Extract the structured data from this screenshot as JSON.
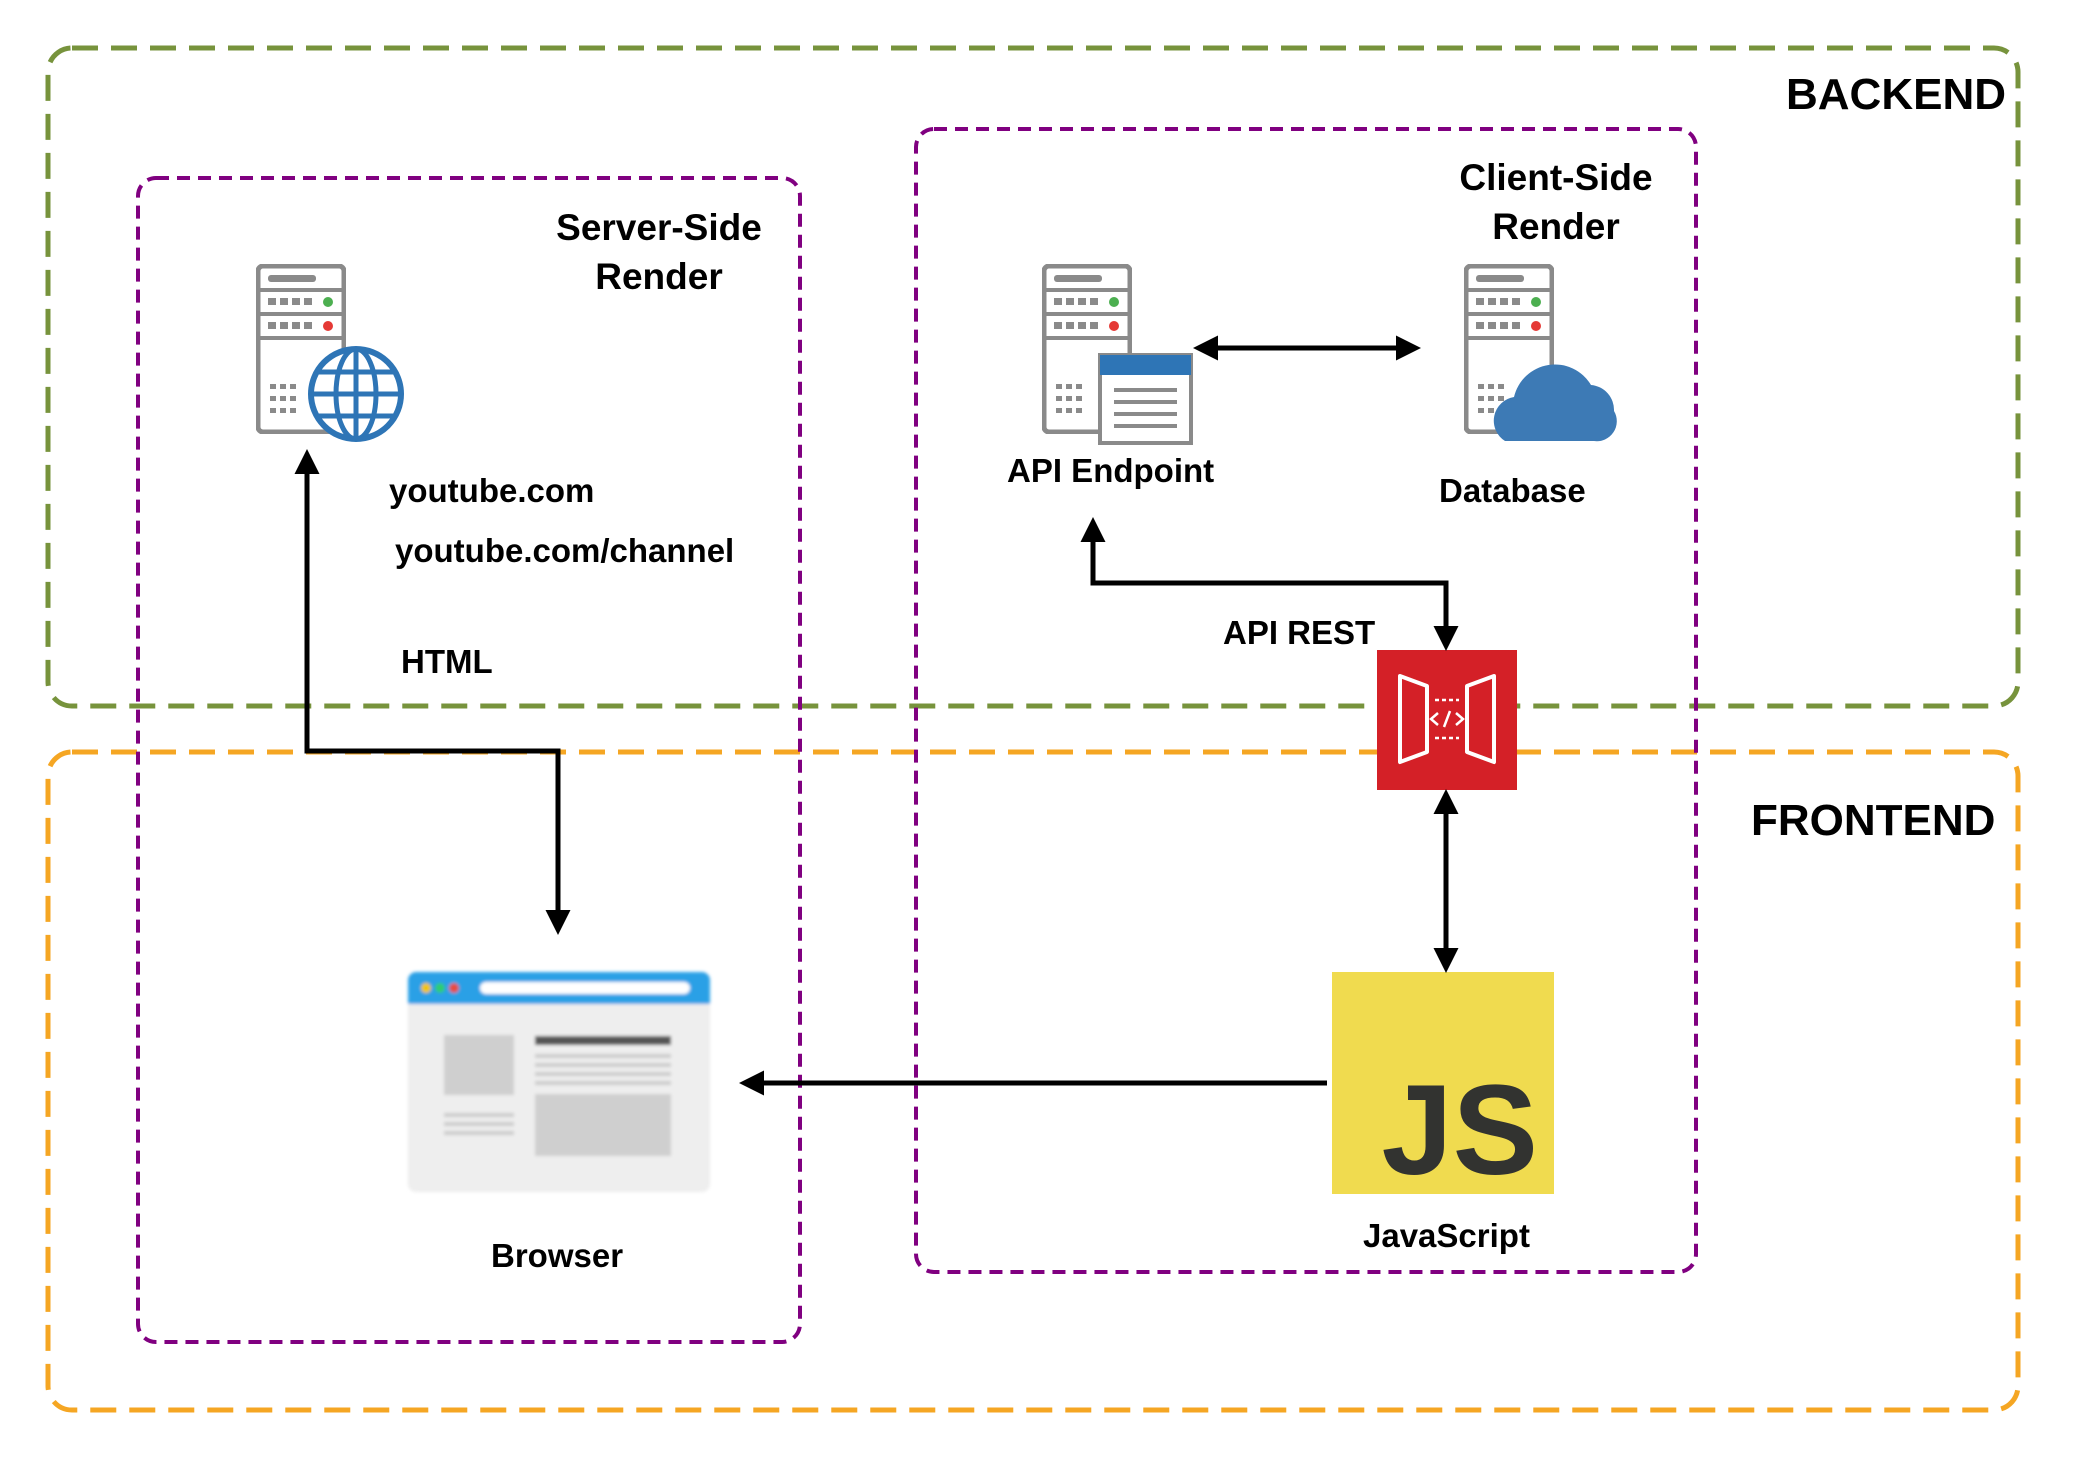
{
  "zones": {
    "backend": {
      "label": "BACKEND",
      "color": "#77933c"
    },
    "frontend": {
      "label": "FRONTEND",
      "color": "#f5a623"
    }
  },
  "sections": {
    "server_side": {
      "title_line1": "Server-Side",
      "title_line2": "Render",
      "color": "#800080"
    },
    "client_side": {
      "title_line1": "Client-Side",
      "title_line2": "Render",
      "color": "#800080"
    }
  },
  "labels": {
    "url_home": "youtube.com",
    "url_channel": "youtube.com/channel",
    "html": "HTML",
    "api_endpoint": "API Endpoint",
    "database": "Database",
    "api_rest": "API REST",
    "browser": "Browser",
    "javascript": "JavaScript",
    "js_logo_text": "JS"
  },
  "colors": {
    "server_gray": "#8a8a8a",
    "globe_blue": "#2e75b6",
    "cloud_blue": "#3d7ab5",
    "doc_blue": "#2e75b6",
    "gateway_red": "#d42027",
    "js_yellow": "#f0db4f",
    "js_text": "#323330",
    "browser_bar": "#2aa0e6",
    "led_green": "#4caf50",
    "led_red": "#e53935"
  },
  "icons": {
    "web_server": "web-server-icon",
    "api_server": "api-server-icon",
    "database_server": "database-server-icon",
    "api_gateway": "api-gateway-icon",
    "browser": "browser-window-icon",
    "javascript": "javascript-logo-icon"
  }
}
